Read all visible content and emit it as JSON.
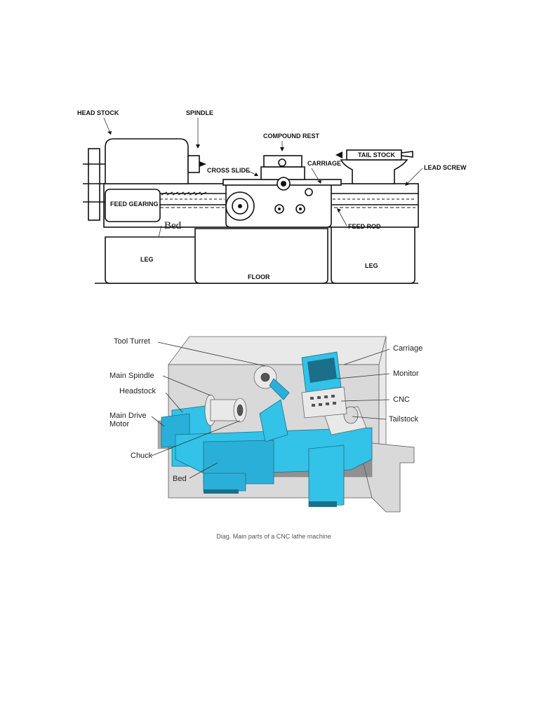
{
  "figure1": {
    "labels": {
      "head_stock": "HEAD STOCK",
      "spindle": "SPINDLE",
      "compound_rest": "COMPOUND REST",
      "tail_stock": "TAIL STOCK",
      "cross_slide": "CROSS SLIDE",
      "carriage": "CARRIAGE",
      "lead_screw": "LEAD SCREW",
      "feed_gearing": "FEED GEARING",
      "bed": "Bed",
      "feed_rod": "FEED ROD",
      "leg_left": "LEG",
      "floor": "FLOOR",
      "leg_right": "LEG"
    }
  },
  "figure2": {
    "labels": {
      "tool_turret": "Tool Turret",
      "main_spindle": "Main Spindle",
      "headstock": "Headstock",
      "main_drive_motor_1": "Main Drive",
      "main_drive_motor_2": "Motor",
      "chuck": "Chuck",
      "bed": "Bed",
      "carriage": "Carriage",
      "monitor": "Monitor",
      "cnc": "CNC",
      "tailstock": "Tailstock"
    },
    "colors": {
      "machine_body": "#33c2e8",
      "enclosure": "#d9d9d9"
    }
  },
  "caption": "Diag. Main parts of a CNC lathe machine"
}
